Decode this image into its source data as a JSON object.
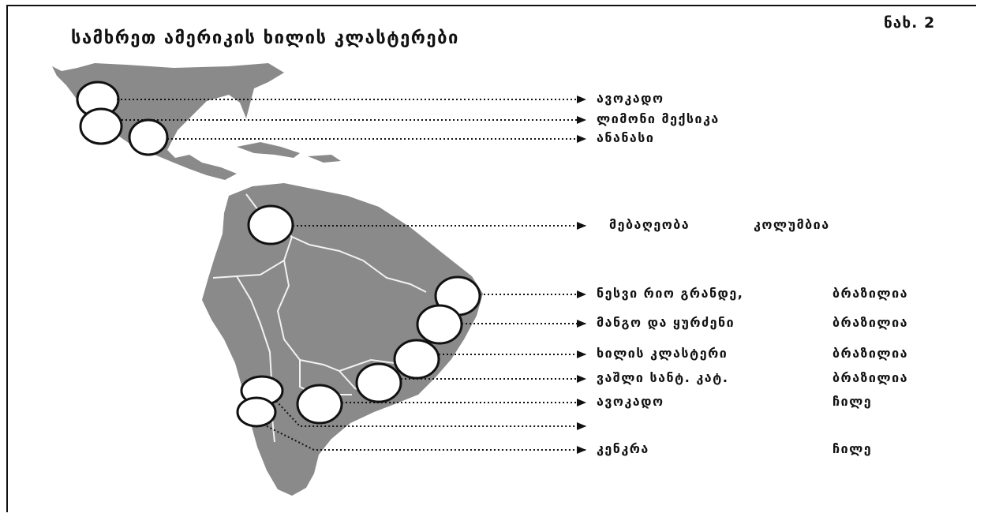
{
  "figure_label": "ნახ. 2",
  "title": "სამხრეთ ამერიკის ხილის კლასტერები",
  "clusters": [
    {
      "product": "ავოკადო",
      "country": ""
    },
    {
      "product": "ლიმონი მექსიკა",
      "country": ""
    },
    {
      "product": "ანანასი",
      "country": ""
    },
    {
      "product": "მებაღეობა",
      "country": "კოლუმბია"
    },
    {
      "product": "ნესვი რიო გრანდე,",
      "country": "ბრაზილია"
    },
    {
      "product": "მანგო და ყურძენი",
      "country": "ბრაზილია"
    },
    {
      "product": "ხილის კლასტერი",
      "country": "ბრაზილია"
    },
    {
      "product": "ვაშლი სანტ. კატ.",
      "country": "ბრაზილია"
    },
    {
      "product": "ავოკადო",
      "country": "ჩილე"
    },
    {
      "product": "",
      "country": ""
    },
    {
      "product": "კენკრა",
      "country": "ჩილე"
    }
  ],
  "colors": {
    "land": "#8a8a8a",
    "border": "#f2f2f2",
    "arrow": "#111111",
    "circle_fill": "#ffffff"
  }
}
